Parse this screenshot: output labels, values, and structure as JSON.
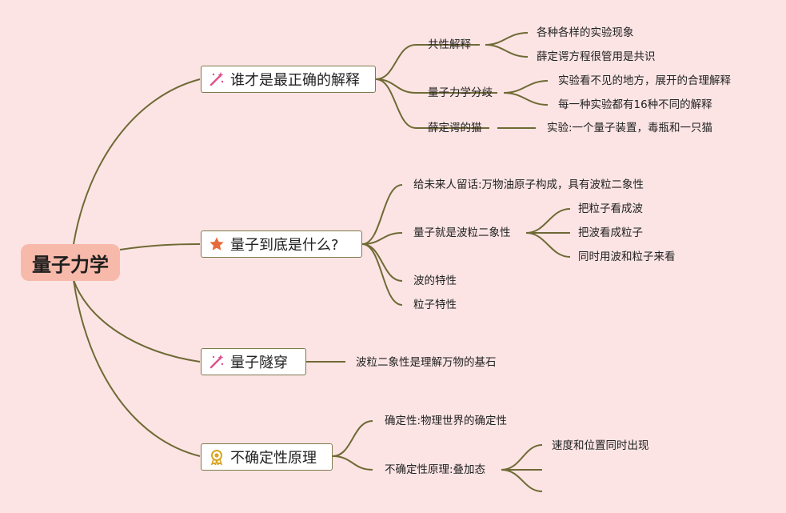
{
  "root": {
    "label": "量子力学"
  },
  "topics": [
    {
      "label": "谁才是最正确的解释",
      "icon": "magic-wand-icon",
      "children": [
        {
          "label": "共性解释",
          "children": [
            "各种各样的实验现象",
            "薛定谔方程很管用是共识"
          ]
        },
        {
          "label": "量子力学分歧",
          "children": [
            "实验看不见的地方，展开的合理解释",
            "每一种实验都有16种不同的解释"
          ]
        },
        {
          "label": "薛定谔的猫",
          "children": [
            "实验:一个量子装置，毒瓶和一只猫"
          ]
        }
      ]
    },
    {
      "label": "量子到底是什么?",
      "icon": "star-icon",
      "children": [
        {
          "label": "给未来人留话:万物油原子构成，具有波粒二象性",
          "children": []
        },
        {
          "label": "量子就是波粒二象性",
          "children": [
            "把粒子看成波",
            "把波看成粒子",
            "同时用波和粒子来看"
          ]
        },
        {
          "label": "波的特性",
          "children": []
        },
        {
          "label": "粒子特性",
          "children": []
        }
      ]
    },
    {
      "label": "量子隧穿",
      "icon": "magic-wand-icon",
      "children": [
        {
          "label": "波粒二象性是理解万物的基石",
          "children": []
        }
      ]
    },
    {
      "label": "不确定性原理",
      "icon": "award-medal-icon",
      "children": [
        {
          "label": "确定性:物理世界的确定性",
          "children": []
        },
        {
          "label": "不确定性原理:叠加态",
          "children": [
            "速度和位置同时出现",
            "",
            ""
          ]
        }
      ]
    }
  ],
  "colors": {
    "background": "#fce4e4",
    "root": "#f7b9aa",
    "line": "#6f6a35"
  }
}
